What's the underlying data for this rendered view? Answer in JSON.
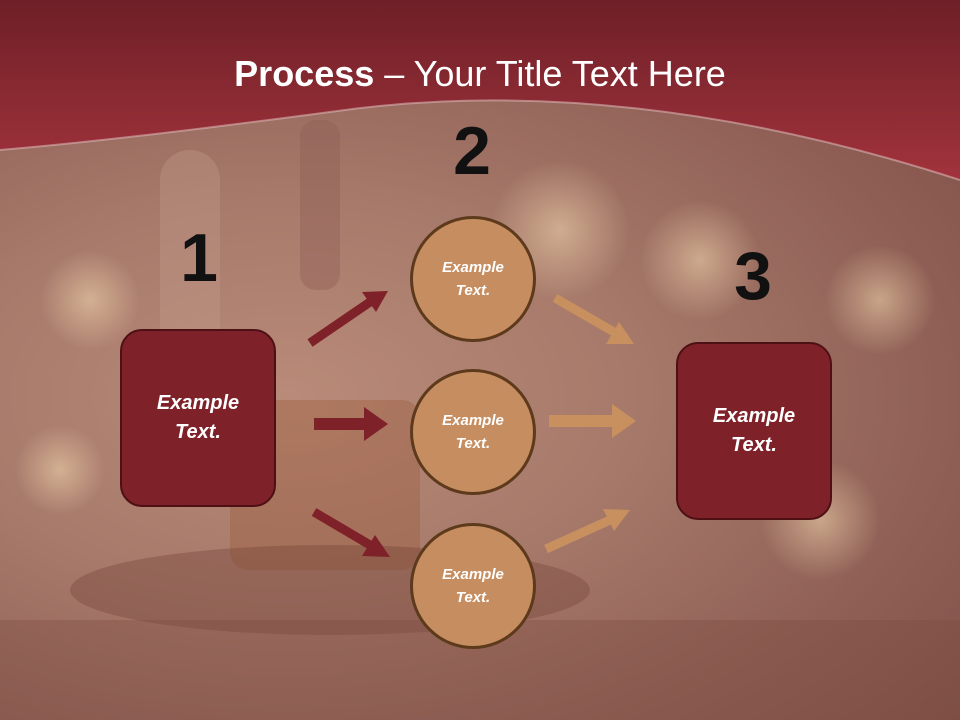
{
  "title": {
    "bold": "Process",
    "rest": " – Your Title Text Here"
  },
  "steps": [
    {
      "number": "1",
      "text": "Example Text."
    },
    {
      "number": "2"
    },
    {
      "number": "3",
      "text": "Example Text."
    }
  ],
  "circles": [
    {
      "text": "Example Text."
    },
    {
      "text": "Example Text."
    },
    {
      "text": "Example Text."
    }
  ],
  "colors": {
    "header": "#8f2a33",
    "box": "#7f2129",
    "circle": "#c68d60",
    "arrow_left": "#7f2129",
    "arrow_right": "#c8905e"
  }
}
